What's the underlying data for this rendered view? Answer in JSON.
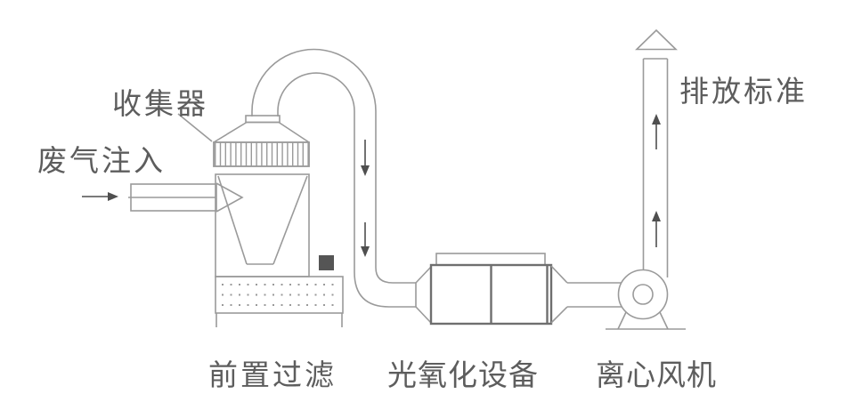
{
  "diagram": {
    "type": "process-flow",
    "labels": {
      "collector": "收集器",
      "waste_gas_inlet": "废气注入",
      "emission_standard": "排放标准",
      "pre_filter": "前置过滤",
      "photo_oxidation": "光氧化设备",
      "centrifugal_fan": "离心风机"
    },
    "flow_sequence": [
      "废气注入",
      "收集器",
      "前置过滤",
      "光氧化设备",
      "离心风机",
      "排放标准"
    ],
    "colors": {
      "bg": "#ffffff",
      "line": "#9a9a9a",
      "line-dark": "#6f6f6f",
      "text": "#5d5d5d",
      "arrow": "#4f4f4f",
      "square": "#555555"
    }
  }
}
